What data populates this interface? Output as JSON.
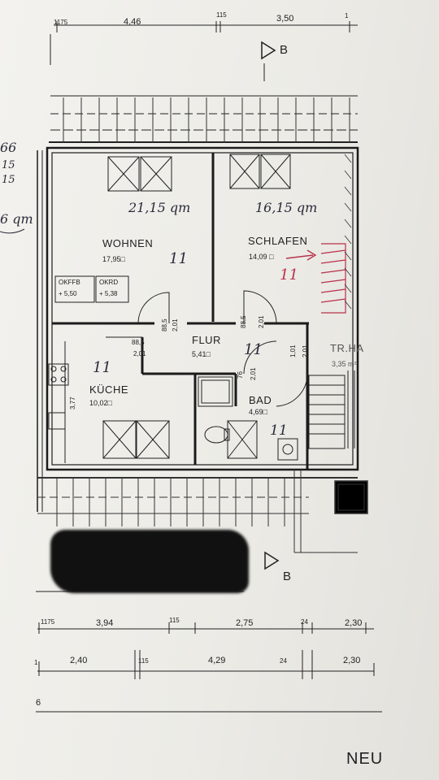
{
  "top_dimensions": {
    "left_mark": "1175",
    "segment_1": "4,46",
    "mid_mark": "115",
    "segment_2": "3,50",
    "right_mark": "1"
  },
  "section_label_top": "B",
  "section_label_bottom": "B",
  "rooms": {
    "wohnen": {
      "name": "WOHNEN",
      "area": "17,95□",
      "handwritten_area": "21,15 qm",
      "handwritten_note": "11"
    },
    "schlafen": {
      "name": "SCHLAFEN",
      "area": "14,09 □",
      "handwritten_area": "16,15 qm",
      "handwritten_note": "11"
    },
    "flur": {
      "name": "FLUR",
      "area": "5,41□",
      "handwritten_note": "11"
    },
    "kueche": {
      "name": "KÜCHE",
      "area": "10,02□",
      "handwritten_note": "11",
      "side_dim": "3,77"
    },
    "bad": {
      "name": "BAD",
      "area": "4,69□",
      "handwritten_note": "11"
    },
    "treppenhaus": {
      "name": "TR.HA",
      "area": "3,35 m²"
    }
  },
  "window_sills": {
    "left": {
      "line1": "OKFFB",
      "line2": "+ 5,50"
    },
    "right": {
      "line1": "OKRD",
      "line2": "+ 5,38"
    }
  },
  "door_dims": {
    "wohnen": {
      "a": "88,5",
      "b": "2,01"
    },
    "schlafen": {
      "a": "88,5",
      "b": "2,01"
    },
    "kueche": {
      "a": "88,5",
      "b": "2,01"
    },
    "bad": {
      "a": "76",
      "b": "2,01"
    },
    "trha": {
      "a": "1,01",
      "b": "2,01"
    }
  },
  "margin_notes": [
    "66",
    "15",
    "15",
    "6 qm"
  ],
  "bottom_dimensions_row1": [
    "1175",
    "3,94",
    "115",
    "2,75",
    "24",
    "2,30"
  ],
  "bottom_dimensions_row2": [
    "1",
    "2,40",
    "115",
    "4,29",
    "24",
    "2,30"
  ],
  "bottom_row3_mark": "6",
  "footer_text": "NEU",
  "colors": {
    "ink": "#222222",
    "red_pen": "#b8314a",
    "redaction": "#111111",
    "paper": "#eeede8"
  }
}
